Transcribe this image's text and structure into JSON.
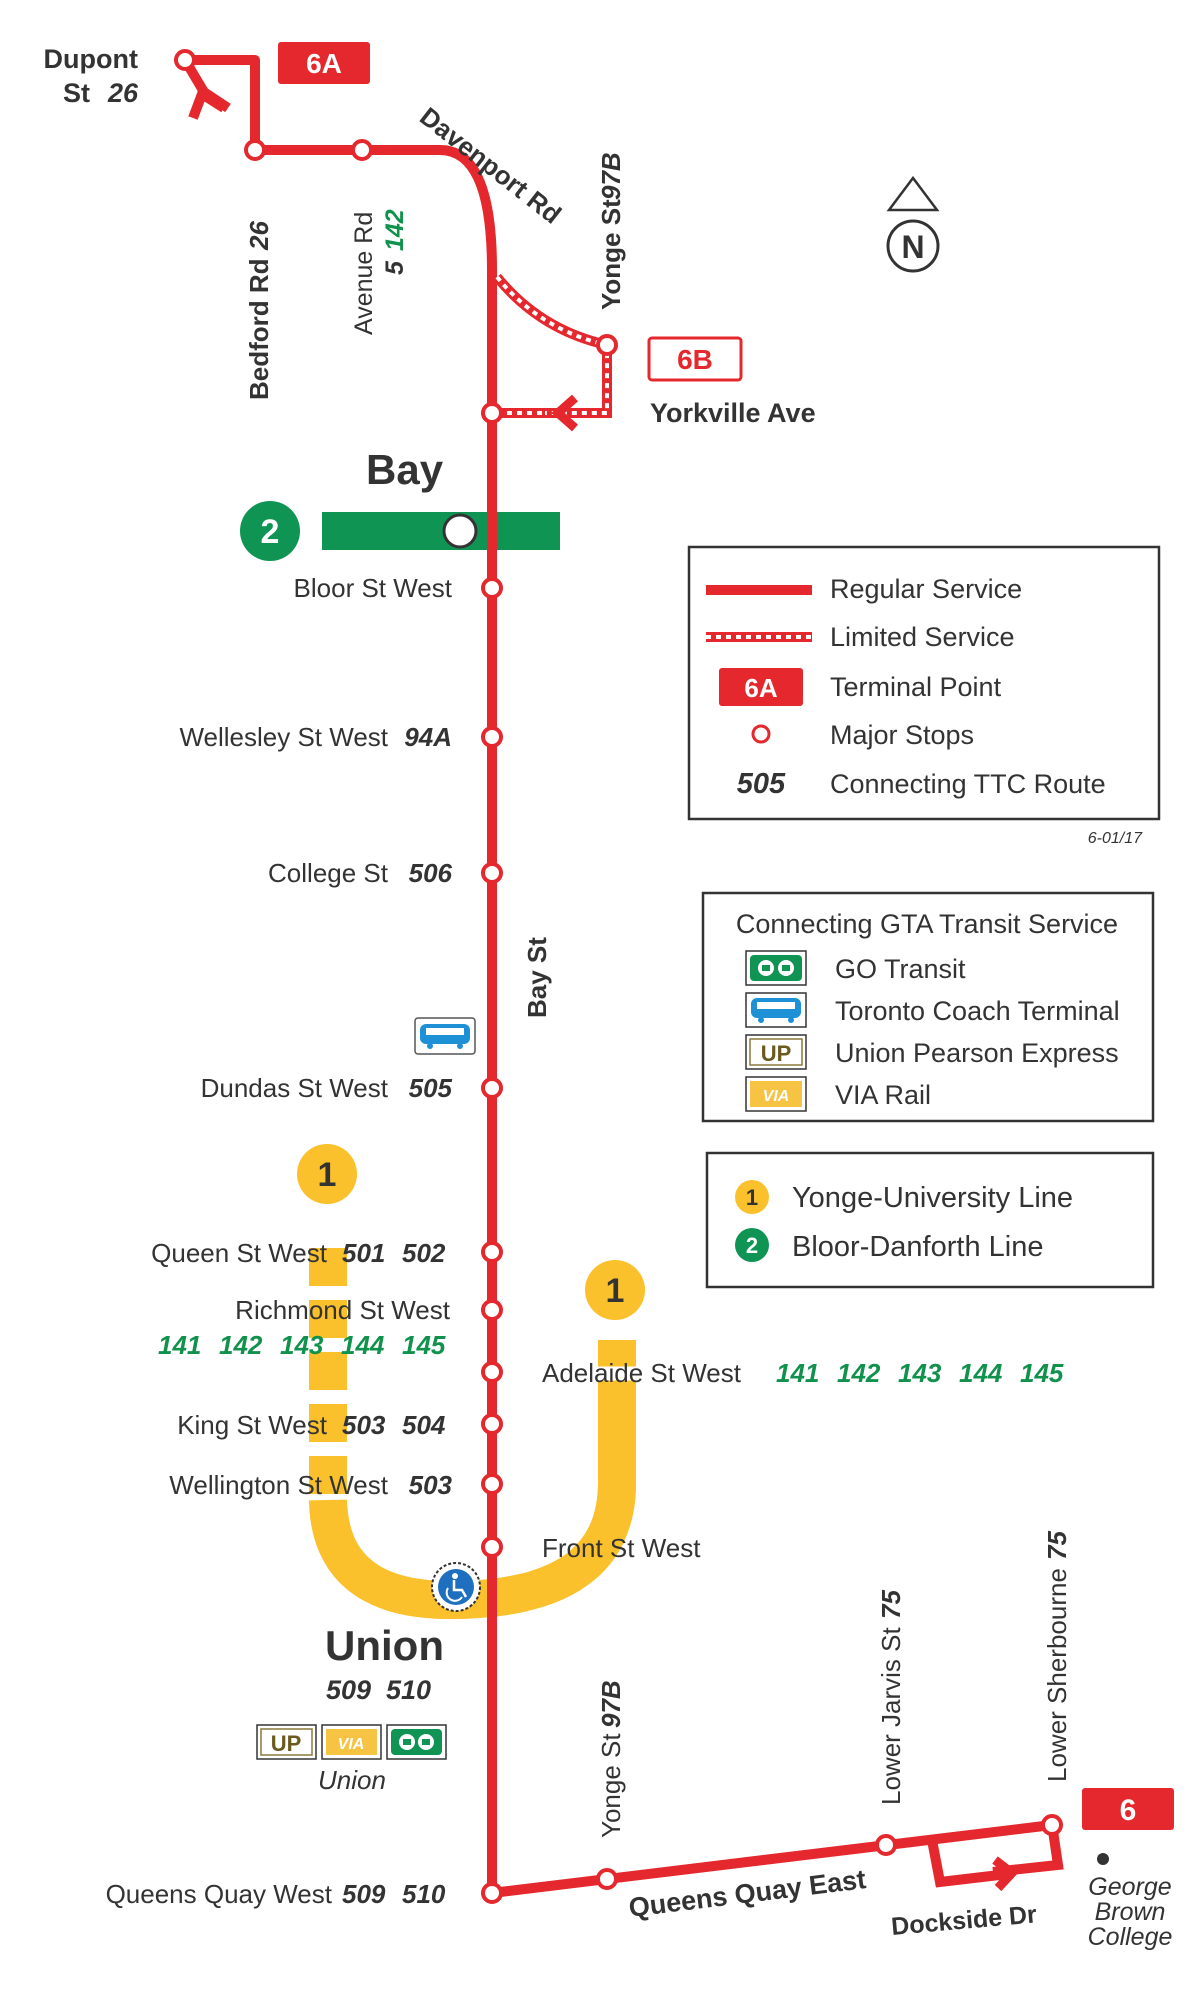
{
  "colors": {
    "route_red": "#e4282d",
    "line1_yellow": "#fbc12c",
    "line2_green": "#109453",
    "route_green": "#10924c",
    "text": "#333333",
    "via_yellow": "#f6c343",
    "coach_blue": "#1e90d5"
  },
  "terminals": {
    "a": "6A",
    "b": "6B",
    "main": "6"
  },
  "north_label": "N",
  "streets": {
    "davenport": "Davenport Rd",
    "bay": "Bay St",
    "queens_quay_east": "Queens Quay East",
    "dockside": "Dockside Dr"
  },
  "stops": {
    "dupont_line1": "Dupont",
    "dupont_line2": "St",
    "dupont_route": "26",
    "bedford": "Bedford Rd",
    "bedford_route": "26",
    "avenue": "Avenue Rd",
    "avenue_route_a": "5",
    "avenue_route_b": "142",
    "yonge_north": "Yonge St",
    "yonge_north_route": "97B",
    "yorkville": "Yorkville Ave",
    "bloor": "Bloor St West",
    "wellesley": "Wellesley St West",
    "wellesley_route": "94A",
    "college": "College St",
    "college_route": "506",
    "dundas": "Dundas St West",
    "dundas_route": "505",
    "queen": "Queen St West",
    "queen_routes": [
      "501",
      "502"
    ],
    "richmond": "Richmond St West",
    "richmond_routes": [
      "141",
      "142",
      "143",
      "144",
      "145"
    ],
    "adelaide": "Adelaide St West",
    "adelaide_routes": [
      "141",
      "142",
      "143",
      "144",
      "145"
    ],
    "king": "King St West",
    "king_routes": [
      "503",
      "504"
    ],
    "wellington": "Wellington St West",
    "wellington_route": "503",
    "front": "Front St West",
    "queens_quay_west": "Queens Quay West",
    "queens_quay_west_routes": [
      "509",
      "510"
    ],
    "yonge_south": "Yonge St",
    "yonge_south_route": "97B",
    "lower_jarvis": "Lower Jarvis St",
    "lower_jarvis_route": "75",
    "lower_sherbourne": "Lower Sherbourne",
    "lower_sherbourne_route": "75",
    "george_brown_1": "George",
    "george_brown_2": "Brown",
    "george_brown_3": "College"
  },
  "stations": {
    "bay": "Bay",
    "bay_line": "2",
    "union": "Union",
    "union_routes": [
      "509",
      "510"
    ],
    "union_caption": "Union",
    "line1_badge": "1"
  },
  "legend_service": {
    "regular": "Regular Service",
    "limited": "Limited Service",
    "terminal_badge": "6A",
    "terminal": "Terminal Point",
    "major": "Major Stops",
    "route_example": "505",
    "connecting": "Connecting TTC Route",
    "date_code": "6-01/17"
  },
  "legend_gta": {
    "title": "Connecting GTA Transit Service",
    "go": "GO Transit",
    "coach": "Toronto Coach Terminal",
    "up": "Union Pearson Express",
    "via": "VIA Rail",
    "up_icon": "UP",
    "via_icon": "VIA"
  },
  "legend_subway": {
    "line1_num": "1",
    "line1": "Yonge-University Line",
    "line2_num": "2",
    "line2": "Bloor-Danforth Line"
  }
}
